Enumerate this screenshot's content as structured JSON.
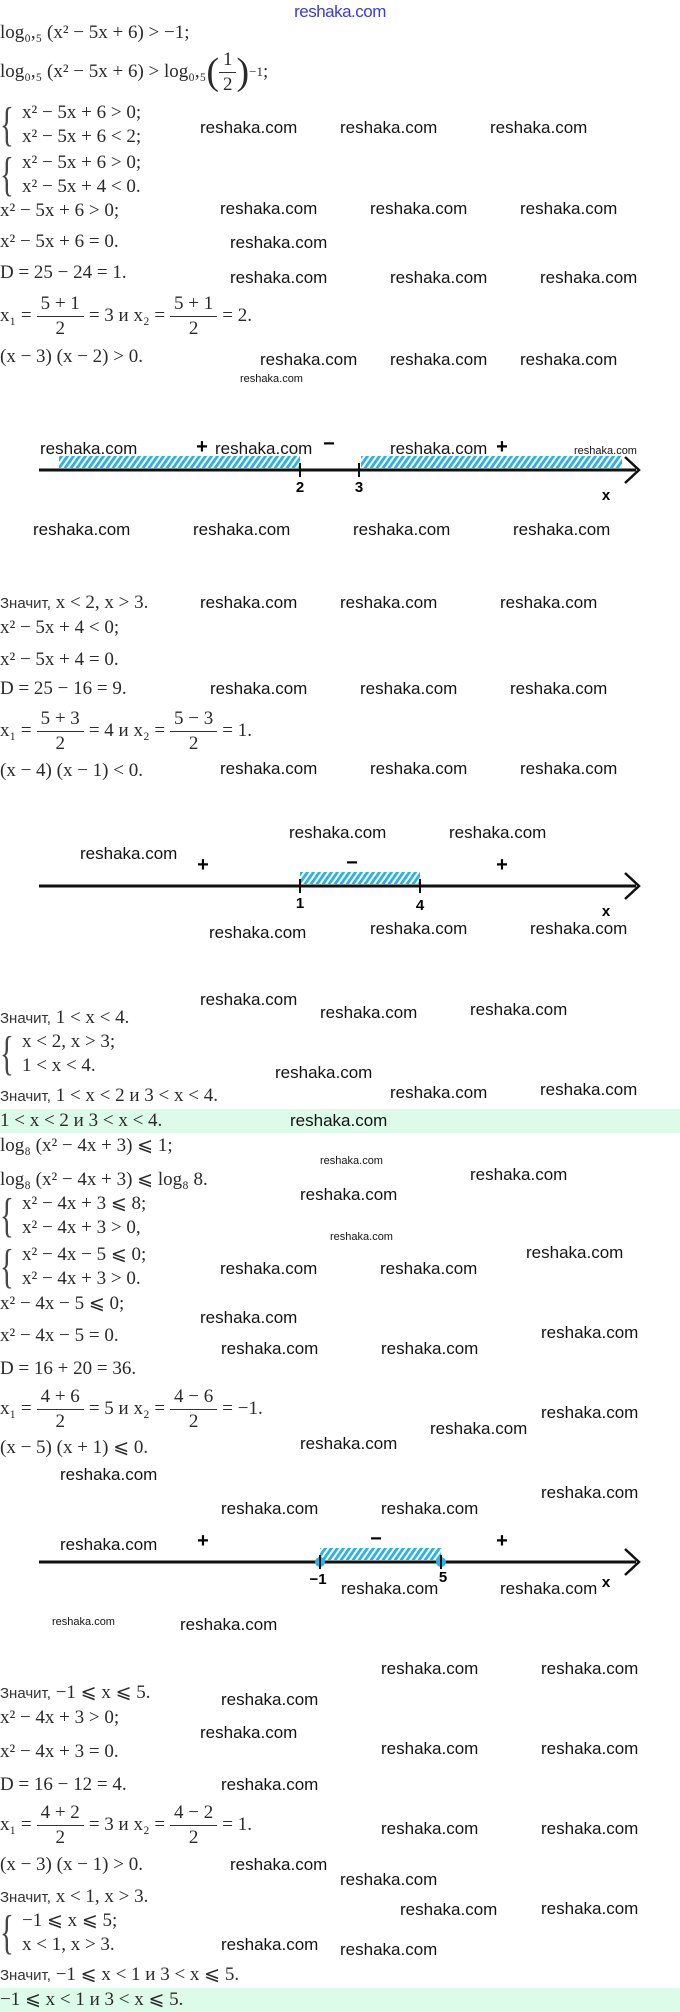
{
  "site_logo": "reshaka.com",
  "watermark": "reshaka.com",
  "colors": {
    "hatch": "#29b3e6",
    "answer_band": "#dcfbe8",
    "logo": "#3b3bd6"
  },
  "part1": {
    "l1": "log₀,₅ (x² − 5x + 6) > −1;",
    "l2": {
      "pre": "log₀,₅ (x² − 5x + 6) > log₀,₅",
      "num": "1",
      "den": "2",
      "sup": "−1",
      "end": ";"
    },
    "sys1": [
      "x² − 5x + 6 > 0;",
      "x² − 5x + 6 < 2;"
    ],
    "sys2": [
      "x² − 5x + 6 > 0;",
      "x² − 5x + 4 < 0."
    ],
    "l3": "x² − 5x + 6 > 0;",
    "l4": "x² − 5x + 6 = 0.",
    "l5": "D = 25 − 24 = 1.",
    "roots": {
      "pre": "x₁ =",
      "num1": "5 + 1",
      "den1": "2",
      "mid": "= 3 и x₂ =",
      "num2": "5 + 1",
      "den2": "2",
      "end": "= 2."
    },
    "l6": "(x − 3) (x − 2) > 0.",
    "numline": {
      "ticks": [
        "2",
        "3"
      ],
      "signs": [
        "+",
        "−",
        "+"
      ],
      "axis": "x"
    },
    "conclusion_word": "Значит,",
    "conclusion": "x < 2,  x > 3."
  },
  "part2": {
    "l1": "x² − 5x + 4 < 0;",
    "l2": "x² − 5x + 4 = 0.",
    "l3": "D = 25 − 16 = 9.",
    "roots": {
      "pre": "x₁ =",
      "num1": "5 + 3",
      "den1": "2",
      "mid": "= 4 и x₂ =",
      "num2": "5 − 3",
      "den2": "2",
      "end": "= 1."
    },
    "l4": "(x − 4) (x − 1) < 0.",
    "numline": {
      "ticks": [
        "1",
        "4"
      ],
      "signs": [
        "+",
        "−",
        "+"
      ],
      "axis": "x"
    },
    "conclusion_word": "Значит,",
    "conclusion": "1 < x < 4.",
    "sys": [
      "x < 2,  x > 3;",
      "1 < x < 4."
    ],
    "final_word": "Значит,",
    "final": "1 < x < 2 и 3 < x < 4.",
    "answer": "1 < x < 2 и 3 < x < 4."
  },
  "part3": {
    "l1": "log₈ (x² − 4x + 3) ⩽ 1;",
    "l2": "log₈ (x² − 4x + 3) ⩽ log₈ 8.",
    "sys1": [
      "x² − 4x + 3 ⩽ 8;",
      "x² − 4x + 3 > 0,"
    ],
    "sys2": [
      "x² − 4x − 5 ⩽ 0;",
      "x² − 4x + 3 > 0."
    ],
    "l3": "x² − 4x − 5 ⩽ 0;",
    "l4": "x² − 4x − 5 = 0.",
    "l5": "D = 16 + 20 = 36.",
    "roots": {
      "pre": "x₁ =",
      "num1": "4 + 6",
      "den1": "2",
      "mid": "= 5 и x₂ =",
      "num2": "4 − 6",
      "den2": "2",
      "end": "= −1."
    },
    "l6": "(x − 5) (x + 1) ⩽ 0.",
    "numline": {
      "ticks": [
        "−1",
        "5"
      ],
      "signs": [
        "+",
        "−",
        "+"
      ],
      "axis": "x"
    },
    "conclusion_word": "Значит,",
    "conclusion": "−1 ⩽ x ⩽ 5."
  },
  "part4": {
    "l1": "x² − 4x + 3 > 0;",
    "l2": "x² − 4x + 3 = 0.",
    "l3": "D = 16 − 12 = 4.",
    "roots": {
      "pre": "x₁ =",
      "num1": "4 + 2",
      "den1": "2",
      "mid": "= 3 и x₂ =",
      "num2": "4 − 2",
      "den2": "2",
      "end": "= 1."
    },
    "l4": "(x − 3) (x − 1) > 0.",
    "conclusion_word": "Значит,",
    "conclusion": "x < 1,  x > 3.",
    "sys": [
      "−1 ⩽ x ⩽ 5;",
      "x < 1,  x > 3."
    ],
    "final_word": "Значит,",
    "final": "−1 ⩽ x < 1 и 3 < x ⩽ 5.",
    "answer": "−1 ⩽ x < 1 и 3 < x ⩽ 5."
  }
}
